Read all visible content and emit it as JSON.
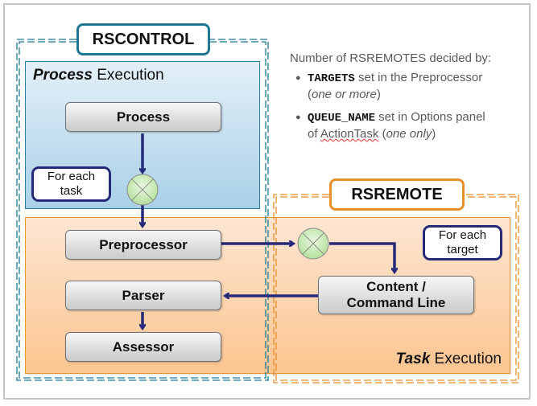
{
  "diagram": {
    "containers": {
      "rscontrol": {
        "label": "RSCONTROL",
        "color": "#1e7893"
      },
      "rsremote": {
        "label": "RSREMOTE",
        "color": "#e78f29"
      }
    },
    "panels": {
      "process_execution": {
        "title_bold": "Process",
        "title_rest": " Execution"
      },
      "task_execution": {
        "title_bold": "Task",
        "title_rest": " Execution"
      }
    },
    "nodes": {
      "process": "Process",
      "preprocessor": "Preprocessor",
      "parser": "Parser",
      "assessor": "Assessor",
      "content_line1": "Content /",
      "content_line2": "Command Line"
    },
    "loop_labels": {
      "for_each_task_line1": "For each",
      "for_each_task_line2": "task",
      "for_each_target_line1": "For each",
      "for_each_target_line2": "target"
    },
    "note": {
      "heading": "Number of RSREMOTES decided by:",
      "bullets": [
        {
          "code": "TARGETS",
          "text": " set in the Preprocessor",
          "line2_open": "(",
          "line2_italic": "one or more",
          "line2_close": ")"
        },
        {
          "code": "QUEUE_NAME",
          "text": " set in Options panel",
          "line2_prefix": "of ",
          "line2_word": "ActionTask",
          "line2_open": " (",
          "line2_italic": "one only",
          "line2_close": ")"
        }
      ]
    },
    "edges": [
      {
        "from": "Process",
        "to": "For each task junction"
      },
      {
        "from": "For each task junction",
        "to": "Preprocessor"
      },
      {
        "from": "Preprocessor",
        "to": "For each target junction"
      },
      {
        "from": "For each target junction",
        "to": "Content / Command Line"
      },
      {
        "from": "Content / Command Line",
        "to": "Parser"
      },
      {
        "from": "Parser",
        "to": "Assessor"
      }
    ],
    "colors": {
      "arrow": "#252a7a",
      "junction_fill": "#c8eab8",
      "process_panel": "#a9d0e8",
      "task_panel": "#fcc590"
    }
  }
}
